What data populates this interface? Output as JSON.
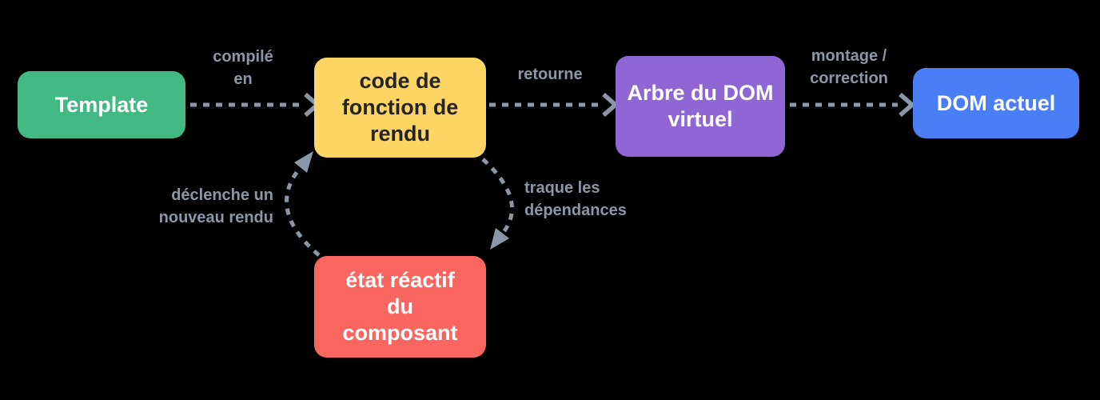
{
  "colors": {
    "background": "#000000",
    "arrow_gray": "#8b97a6",
    "label_gray": "#8b97a6",
    "template_green": "#42b883",
    "render_fn_yellow": "#fcd564",
    "render_fn_text": "#242424",
    "vdom_purple": "#8f66d4",
    "dom_blue": "#4a7ef7",
    "state_red": "#f96660",
    "node_text": "#ffffff"
  },
  "nodes": {
    "template": {
      "label": "Template"
    },
    "render_fn": {
      "label": "code de\nfonction de\nrendu"
    },
    "vdom": {
      "label": "Arbre du DOM\nvirtuel"
    },
    "dom": {
      "label": "DOM actuel"
    },
    "state": {
      "label": "état réactif\ndu\ncomposant"
    }
  },
  "edge_labels": {
    "compile": "compilé\nen",
    "return": "retourne",
    "mount": "montage /\ncorrection",
    "track": "traque les\ndépendances",
    "trigger": "déclenche un\nnouveau rendu"
  }
}
